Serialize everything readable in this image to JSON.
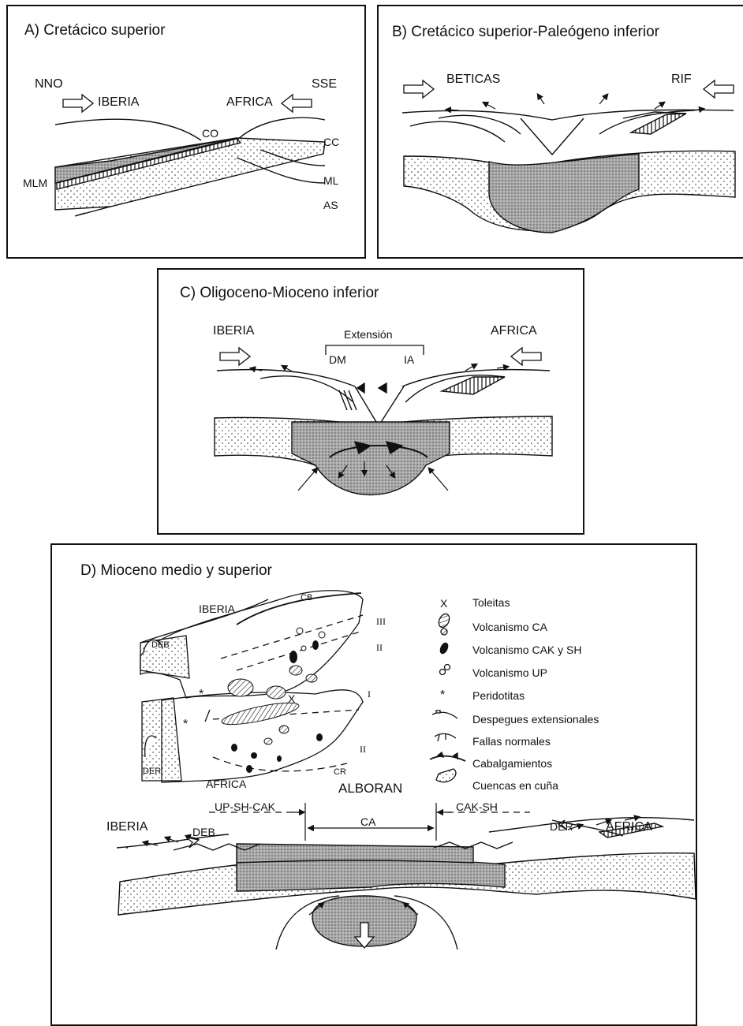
{
  "panel_a": {
    "title": "A) Cretácico superior",
    "nno": "NNO",
    "sse": "SSE",
    "iberia": "IBERIA",
    "africa": "AFRICA",
    "co": "CO",
    "cc": "CC",
    "mlm": "MLM",
    "ml": "ML",
    "as": "AS"
  },
  "panel_b": {
    "title": "B) Cretácico superior-Paleógeno inferior",
    "beticas": "BETICAS",
    "rif": "RIF"
  },
  "panel_c": {
    "title": "C) Oligoceno-Mioceno inferior",
    "iberia": "IBERIA",
    "africa": "AFRICA",
    "extension": "Extensión",
    "dm": "DM",
    "ia": "IA"
  },
  "panel_d": {
    "title": "D) Mioceno medio y superior",
    "map": {
      "iberia": "IBERIA",
      "africa": "AFRICA",
      "cb": "CB",
      "cr": "CR",
      "deb": "DEB",
      "der": "DER",
      "iii": "III",
      "ii_top": "II",
      "i": "I",
      "ii_bottom": "II",
      "x": "X"
    },
    "legend": [
      {
        "symbol": "X",
        "label": "Toleitas"
      },
      {
        "symbol": "hatched-oval",
        "label": "Volcanismo CA"
      },
      {
        "symbol": "black-blob",
        "label": "Volcanismo CAK y SH"
      },
      {
        "symbol": "double-circle",
        "label": "Volcanismo UP"
      },
      {
        "symbol": "*",
        "label": "Peridotitas"
      },
      {
        "symbol": "detachment-line",
        "label": "Despegues extensionales"
      },
      {
        "symbol": "normal-fault-line",
        "label": "Fallas normales"
      },
      {
        "symbol": "thrust-line",
        "label": "Cabalgamientos"
      },
      {
        "symbol": "wedge-basin",
        "label": "Cuencas en cuña"
      }
    ],
    "section": {
      "alboran": "ALBORAN",
      "up_sh_cak": "UP-SH-CAK",
      "ca": "CA",
      "cak_sh": "CAK-SH",
      "iberia": "IBERIA",
      "africa": "AFRICA",
      "deb": "DEB",
      "der": "DER"
    }
  }
}
